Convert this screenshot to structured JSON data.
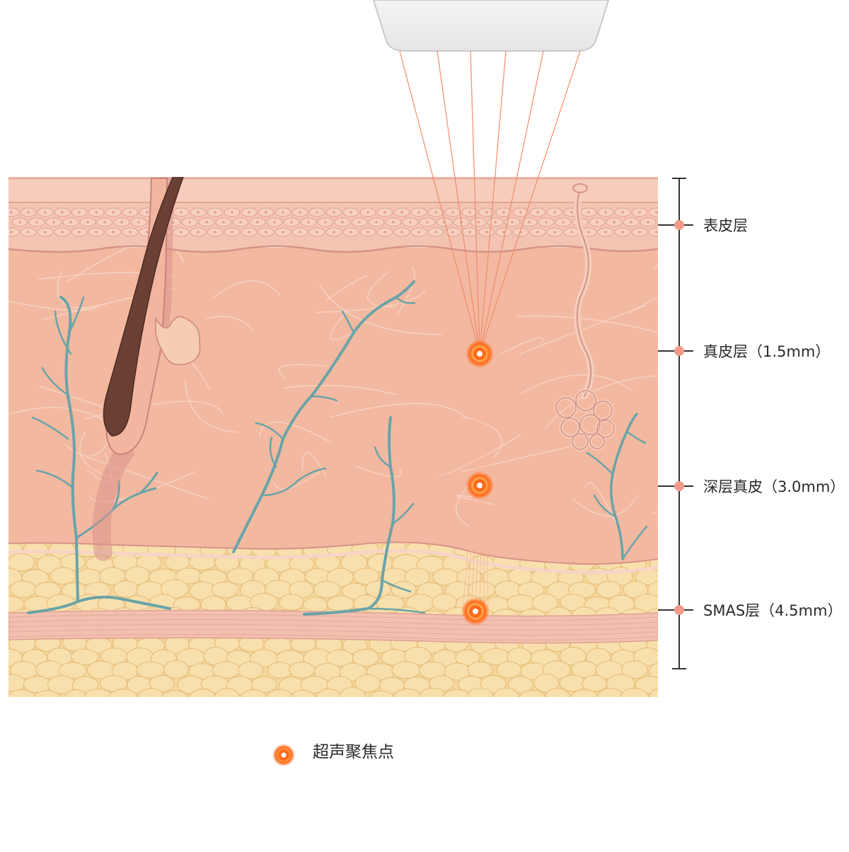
{
  "layers": [
    {
      "label": "表皮层"
    },
    {
      "label": "真皮层（1.5mm）"
    },
    {
      "label": "深层真皮（3.0mm）"
    },
    {
      "label": "SMAS层（4.5mm）"
    }
  ],
  "legend": {
    "label": "超声聚焦点"
  },
  "colors": {
    "focus_point": "#ff6a1a",
    "beam": "#f08a6a",
    "dermis": "#f3b9a0",
    "epidermis": "#f4c4b2",
    "fat": "#f5d79c",
    "smas": "#f2c0b0",
    "vessel": "#6aa3a8",
    "hair": "#6b4034",
    "marker": "#ef9a8a",
    "scale_line": "#333333"
  }
}
